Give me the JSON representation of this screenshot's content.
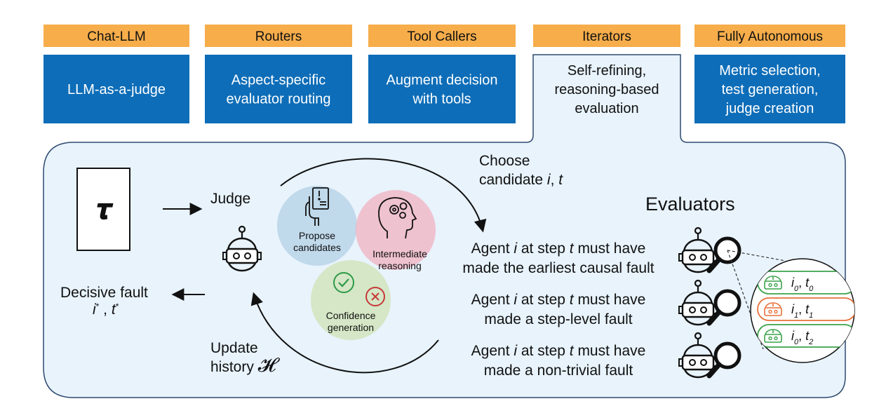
{
  "stages": [
    {
      "header": "Chat-LLM",
      "lines": [
        "LLM-as-a-judge"
      ]
    },
    {
      "header": "Routers",
      "lines": [
        "Aspect-specific",
        "evaluator routing"
      ]
    },
    {
      "header": "Tool Callers",
      "lines": [
        "Augment decision",
        "with tools"
      ]
    },
    {
      "header": "Iterators",
      "lines": [
        "Self-refining,",
        "reasoning-based",
        "evaluation"
      ]
    },
    {
      "header": "Fully Autonomous",
      "lines": [
        "Metric selection,",
        "test generation,",
        "judge creation"
      ]
    }
  ],
  "colors": {
    "header": "#f6ad4a",
    "body": "#0d6db8",
    "panel": "#e8f3fc",
    "propose": "#b9d4e8",
    "reasoning": "#f0b5c4",
    "confidence": "#cfe3b8",
    "check": "#2e9a48",
    "cross": "#c63a3a",
    "orange": "#e8703a",
    "green": "#3aa34a"
  },
  "tau_symbol": "𝝉",
  "judge": {
    "title": "Judge"
  },
  "venn": {
    "propose": [
      "Propose",
      "candidates"
    ],
    "reasoning": [
      "Intermediate",
      "reasoning"
    ],
    "confidence": [
      "Confidence",
      "generation"
    ]
  },
  "choose": {
    "line1": "Choose",
    "line2_prefix": "candidate ",
    "i": "i",
    "comma": ", ",
    "t": "t"
  },
  "update": {
    "line1": "Update",
    "line2": "history ",
    "symbol": "𝓗"
  },
  "decisive": {
    "line1": "Decisive fault",
    "i": "i",
    "t": "t",
    "star": "*",
    "comma": " , "
  },
  "evaluators_title": "Evaluators",
  "criteria": [
    {
      "p1": "Agent ",
      "i": "i",
      "p2": " at step ",
      "t": "t",
      "p3": " must have",
      "line2": "made the earliest causal fault"
    },
    {
      "p1": "Agent ",
      "i": "i",
      "p2": " at step ",
      "t": "t",
      "p3": " must have",
      "line2": "made a step-level fault"
    },
    {
      "p1": "Agent ",
      "i": "i",
      "p2": " at step ",
      "t": "t",
      "p3": " must have",
      "line2": "made a non-trivial fault"
    }
  ],
  "history_items": [
    {
      "i": "i",
      "isub": "0",
      "t": "t",
      "tsub": "0"
    },
    {
      "i": "i",
      "isub": "1",
      "t": "t",
      "tsub": "1"
    },
    {
      "i": "i",
      "isub": "0",
      "t": "t",
      "tsub": "2"
    }
  ]
}
